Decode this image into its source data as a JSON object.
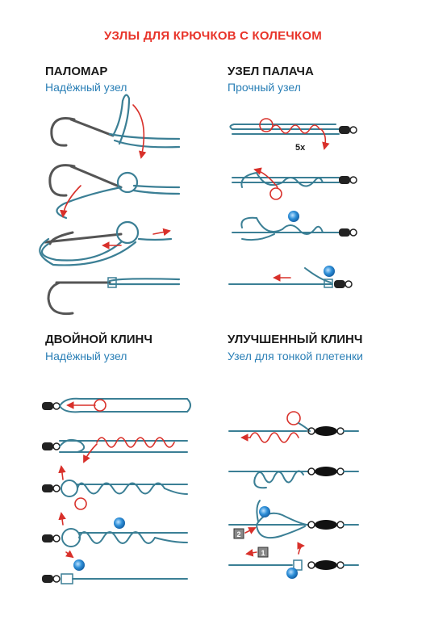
{
  "page_title": "УЗЛЫ ДЛЯ КРЮЧКОВ С КОЛЕЧКОМ",
  "knots": [
    {
      "title": "ПАЛОМАР",
      "subtitle": "Надёжный узел"
    },
    {
      "title": "УЗЕЛ ПАЛАЧА",
      "subtitle": "Прочный узел",
      "wraps_label": "5х"
    },
    {
      "title": "ДВОЙНОЙ КЛИНЧ",
      "subtitle": "Надёжный узел"
    },
    {
      "title": "УЛУЧШЕННЫЙ КЛИНЧ",
      "subtitle": "Узел для тонкой плетенки",
      "step_labels": [
        "2",
        "1"
      ]
    }
  ],
  "colors": {
    "title": "#e8342a",
    "subtitle": "#2a7fb6",
    "line": "#3b7f95",
    "arrow": "#d8302a",
    "bead": "#2e8fd8",
    "hook": "#555555"
  }
}
